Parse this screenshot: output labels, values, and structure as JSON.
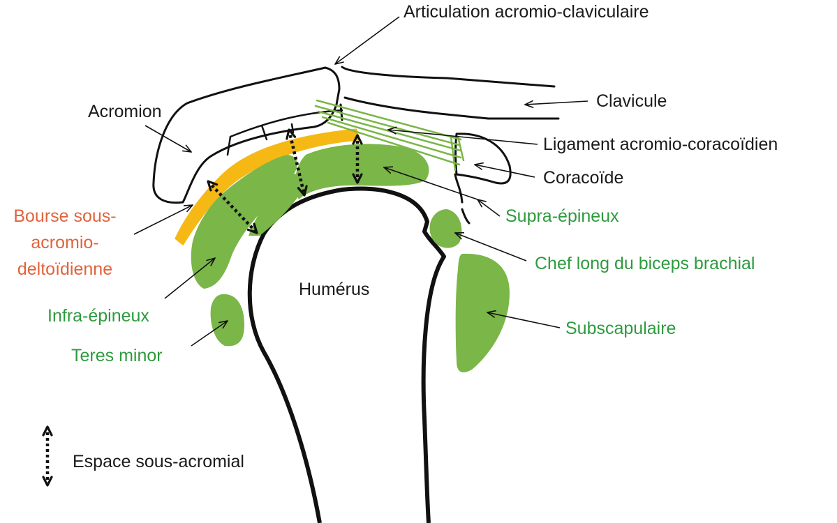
{
  "labels": {
    "articulation": "Articulation acromio-claviculaire",
    "clavicule": "Clavicule",
    "acromion": "Acromion",
    "ligament": "Ligament acromio-coracoïdien",
    "coracoide": "Coracoïde",
    "supra": "Supra-épineux",
    "chef_long": "Chef long du biceps brachial",
    "subscapulaire": "Subscapulaire",
    "humerus": "Humérus",
    "bourse": [
      "Bourse sous-",
      "acromio-",
      "deltoïdienne"
    ],
    "infra": "Infra-épineux",
    "teres": "Teres minor",
    "legend": "Espace sous-acromial"
  },
  "colors": {
    "bone_outline": "#111111",
    "muscle": "#7ab648",
    "ligament": "#7ab648",
    "bursa": "#f5b815",
    "muscle_text": "#2e9a3e",
    "bursa_text": "#e0633c",
    "label_text": "#1a1a1a"
  }
}
